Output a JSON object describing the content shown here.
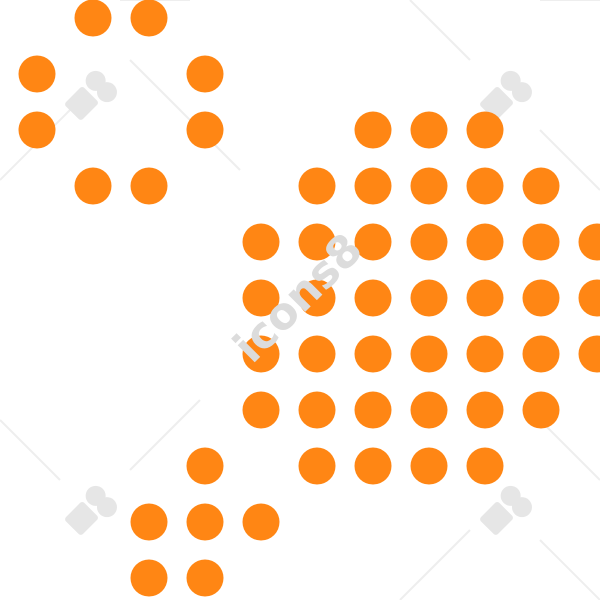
{
  "image": {
    "dot_color": "#ff8614",
    "background_color": "#ffffff",
    "watermark_color": "#dcdcdc"
  },
  "watermark": {
    "text": "icons8"
  },
  "shapes": [
    {
      "name": "ring-cluster",
      "dots": [
        [
          2,
          1
        ],
        [
          3,
          1
        ],
        [
          1,
          2
        ],
        [
          4,
          2
        ],
        [
          1,
          3
        ],
        [
          4,
          3
        ],
        [
          2,
          4
        ],
        [
          3,
          4
        ]
      ]
    },
    {
      "name": "large-cluster",
      "dots": [
        [
          7,
          3
        ],
        [
          8,
          3
        ],
        [
          9,
          3
        ],
        [
          6,
          4
        ],
        [
          7,
          4
        ],
        [
          8,
          4
        ],
        [
          9,
          4
        ],
        [
          10,
          4
        ],
        [
          5,
          5
        ],
        [
          6,
          5
        ],
        [
          7,
          5
        ],
        [
          8,
          5
        ],
        [
          9,
          5
        ],
        [
          10,
          5
        ],
        [
          11,
          5
        ],
        [
          5,
          6
        ],
        [
          6,
          6
        ],
        [
          7,
          6
        ],
        [
          8,
          6
        ],
        [
          9,
          6
        ],
        [
          10,
          6
        ],
        [
          11,
          6
        ],
        [
          5,
          7
        ],
        [
          6,
          7
        ],
        [
          7,
          7
        ],
        [
          8,
          7
        ],
        [
          9,
          7
        ],
        [
          10,
          7
        ],
        [
          11,
          7
        ],
        [
          5,
          8
        ],
        [
          6,
          8
        ],
        [
          7,
          8
        ],
        [
          8,
          8
        ],
        [
          9,
          8
        ],
        [
          10,
          8
        ],
        [
          6,
          9
        ],
        [
          7,
          9
        ],
        [
          8,
          9
        ],
        [
          9,
          9
        ]
      ]
    },
    {
      "name": "bottom-cluster",
      "dots": [
        [
          4,
          9
        ],
        [
          3,
          10
        ],
        [
          4,
          10
        ],
        [
          5,
          10
        ],
        [
          3,
          11
        ],
        [
          4,
          11
        ]
      ]
    }
  ]
}
